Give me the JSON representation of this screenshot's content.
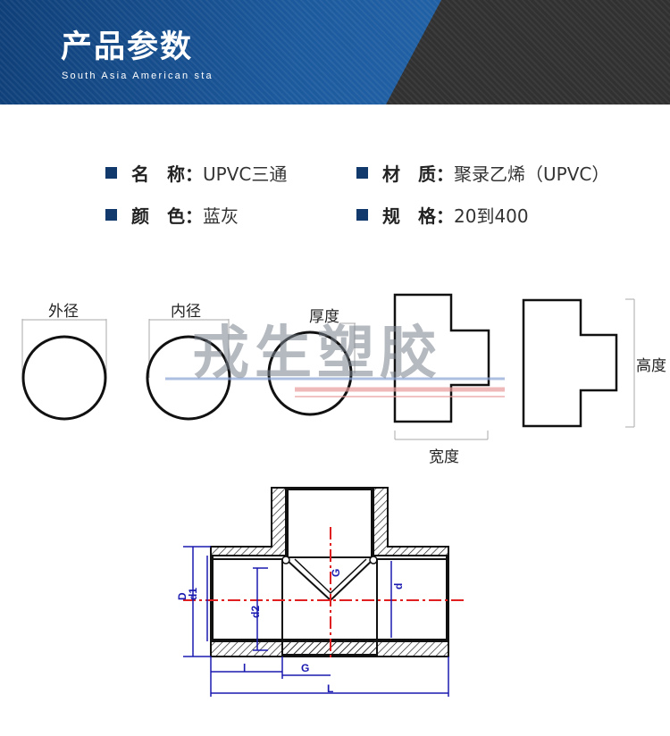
{
  "header": {
    "title": "产品参数",
    "subtitle": "South Asia American sta"
  },
  "specs": [
    {
      "label": "名　称：",
      "value": "UPVC三通"
    },
    {
      "label": "材　质：",
      "value": "聚录乙烯（UPVC）"
    },
    {
      "label": "颜　色：",
      "value": "蓝灰"
    },
    {
      "label": "规　格：",
      "value": "20到400"
    }
  ],
  "dimensions": {
    "outer_diameter": "外径",
    "inner_diameter": "内径",
    "thickness": "厚度",
    "width": "宽度",
    "height": "高度"
  },
  "watermark": "戎生塑胶",
  "drawing_labels": {
    "D": "D",
    "d1": "d1",
    "d2": "d2",
    "d": "d",
    "G_top": "G",
    "G_bottom": "G",
    "l": "l",
    "L": "L"
  },
  "colors": {
    "brand_blue": "#12396b",
    "dimension_blue": "#1a1ab0",
    "centerline_red": "#e02020"
  }
}
